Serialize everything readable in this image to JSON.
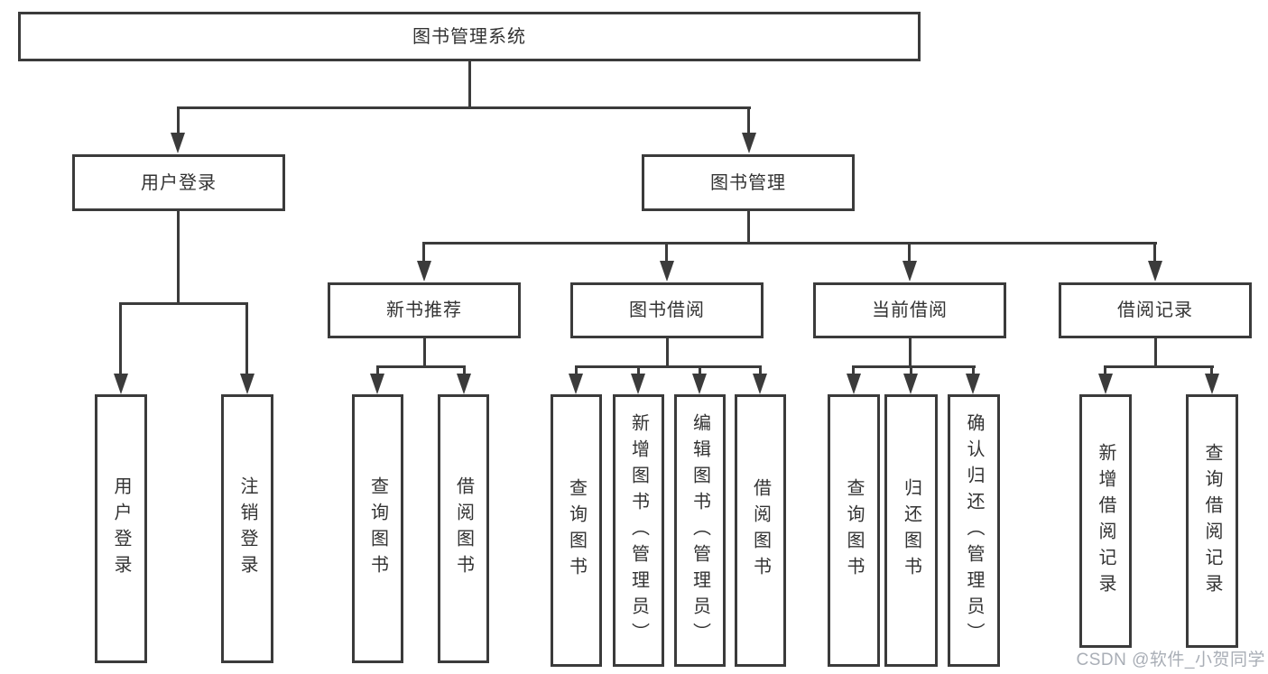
{
  "diagram": {
    "root": {
      "label": "图书管理系统"
    },
    "level2": {
      "user_login": "用户登录",
      "book_management": "图书管理"
    },
    "level3": {
      "new_book_recommend": "新书推荐",
      "book_borrow": "图书借阅",
      "current_borrow": "当前借阅",
      "borrow_records": "借阅记录"
    },
    "leaves": {
      "user": [
        "用户登录",
        "注销登录"
      ],
      "recommend": [
        "查询图书",
        "借阅图书"
      ],
      "borrow": [
        "查询图书",
        "新增图书（管理员）",
        "编辑图书（管理员）",
        "借阅图书"
      ],
      "current": [
        "查询图书",
        "归还图书",
        "确认归还（管理员）"
      ],
      "records": [
        "新增借阅记录",
        "查询借阅记录"
      ]
    },
    "colors": {
      "line": "#3b3b3b",
      "text": "#333333",
      "watermark": "#a9aeb6",
      "background": "#ffffff"
    }
  },
  "watermark": {
    "text": "CSDN @软件_小贺同学"
  }
}
